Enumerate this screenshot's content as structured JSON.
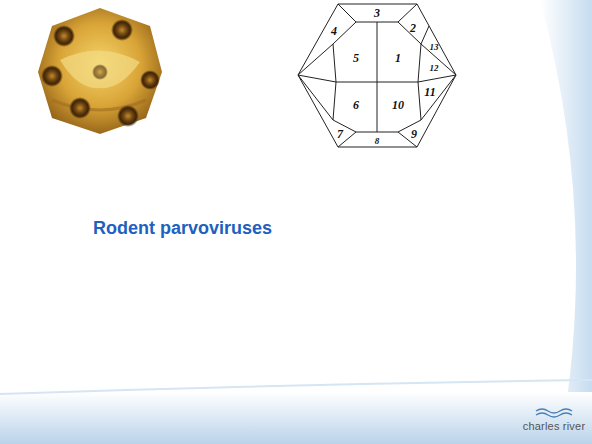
{
  "diagram": {
    "title": "Rodent parvoviruses",
    "labels": [
      "3",
      "4",
      "2",
      "13",
      "5",
      "1",
      "12",
      "11",
      "6",
      "10",
      "7",
      "9",
      "8",
      "charles river"
    ]
  }
}
